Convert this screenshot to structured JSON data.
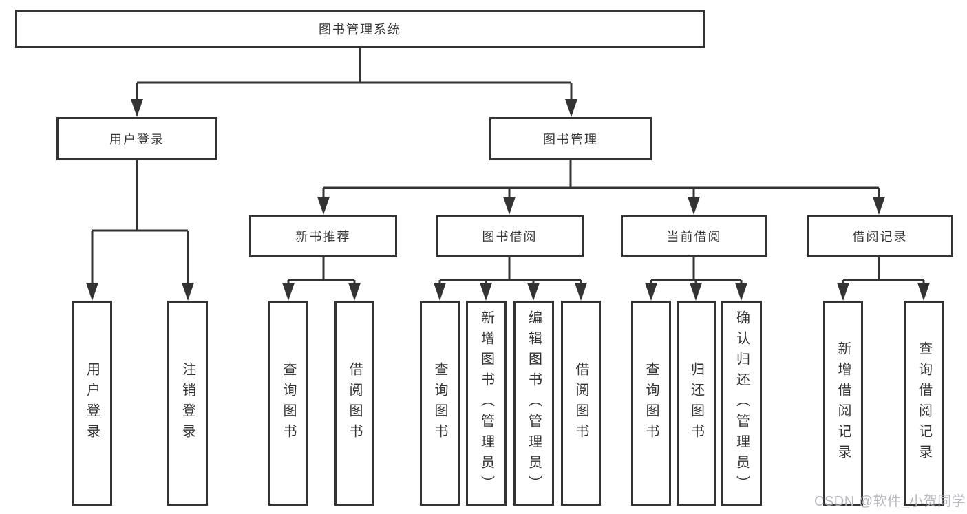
{
  "tree": {
    "root": {
      "label": "图书管理系统"
    },
    "branches": [
      {
        "label": "用户登录",
        "children": [
          {
            "label": "用户登录"
          },
          {
            "label": "注销登录"
          }
        ]
      },
      {
        "label": "图书管理",
        "children": [
          {
            "label": "新书推荐",
            "children": [
              {
                "label": "查询图书"
              },
              {
                "label": "借阅图书"
              }
            ]
          },
          {
            "label": "图书借阅",
            "children": [
              {
                "label": "查询图书"
              },
              {
                "label": "新增图书（管理员）"
              },
              {
                "label": "编辑图书（管理员）"
              },
              {
                "label": "借阅图书"
              }
            ]
          },
          {
            "label": "当前借阅",
            "children": [
              {
                "label": "查询图书"
              },
              {
                "label": "归还图书"
              },
              {
                "label": "确认归还（管理员）"
              }
            ]
          },
          {
            "label": "借阅记录",
            "children": [
              {
                "label": "新增借阅记录"
              },
              {
                "label": "查询借阅记录"
              }
            ]
          }
        ]
      }
    ]
  },
  "watermark": {
    "text": "CSDN @软件_小贺同学"
  },
  "colors": {
    "border": "#333333",
    "line": "#333333",
    "text": "#333333",
    "background": "#ffffff",
    "watermark": "#b3b3ba"
  }
}
